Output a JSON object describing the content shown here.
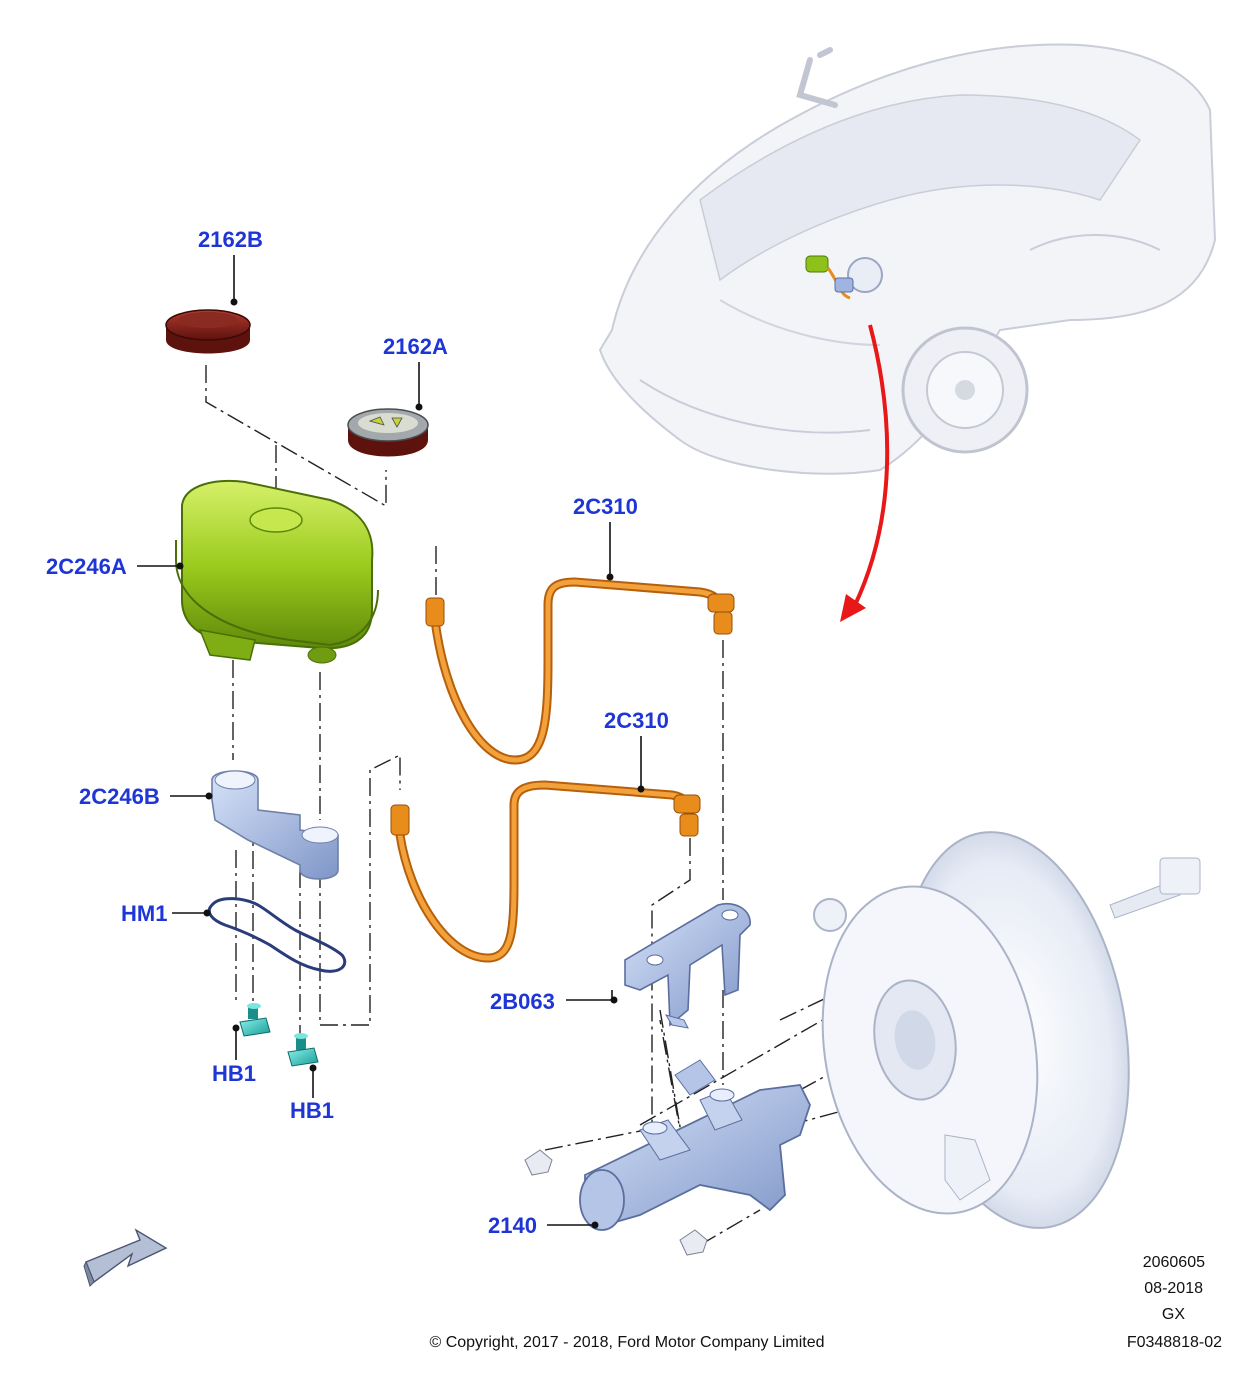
{
  "diagram": {
    "callouts": {
      "c2162B": "2162B",
      "c2162A": "2162A",
      "c2C246A": "2C246A",
      "c2C310a": "2C310",
      "c2C310b": "2C310",
      "c2C246B": "2C246B",
      "cHM1": "HM1",
      "cHB1a": "HB1",
      "cHB1b": "HB1",
      "c2B063": "2B063",
      "c2140": "2140"
    },
    "footer": {
      "ref_number": "2060605",
      "date": "08-2018",
      "code": "GX",
      "figure_id": "F0348818-02",
      "copyright": "© Copyright, 2017 - 2018, Ford Motor Company Limited"
    },
    "colors": {
      "callout_text": "#1f36d6",
      "reservoir": "#9ccc1e",
      "caps": "#7a1a14",
      "brake_lines": "#e88c1c",
      "bracket": "#9fb4e0",
      "bolts": "#2cc7c1",
      "booster": "#e8ecf4",
      "arrow": "#e81818"
    },
    "icons": {
      "orientation": "front-direction-arrow-icon",
      "transfer": "location-arrow-icon"
    }
  }
}
